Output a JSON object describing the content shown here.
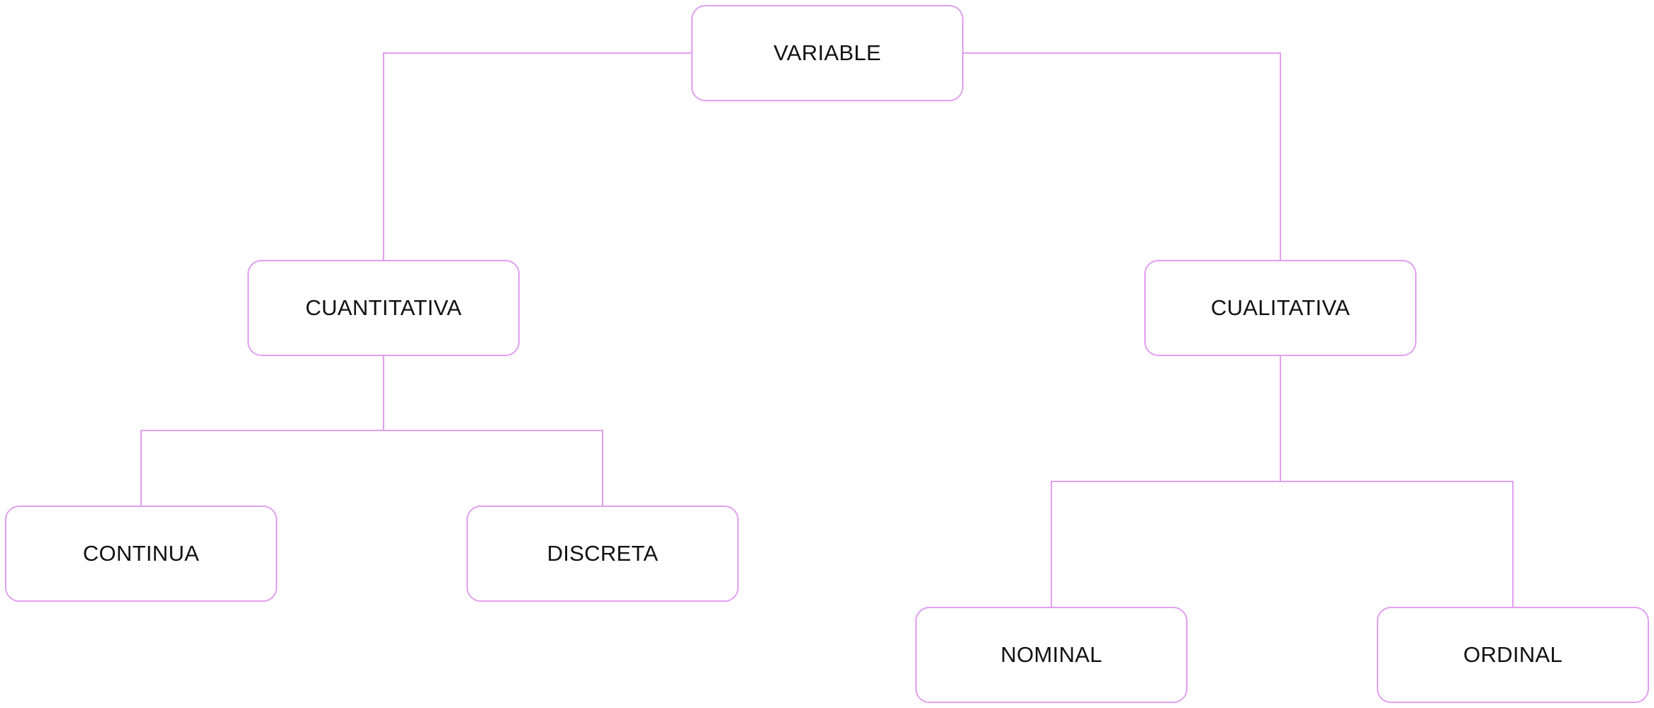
{
  "diagram": {
    "root": "VARIABLE",
    "branches": {
      "quantitative": "CUANTITATIVA",
      "qualitative": "CUALITATIVA"
    },
    "leaves": {
      "continuous": "CONTINUA",
      "discrete": "DISCRETA",
      "nominal": "NOMINAL",
      "ordinal": "ORDINAL"
    },
    "relations": [
      [
        "VARIABLE",
        "CUANTITATIVA"
      ],
      [
        "VARIABLE",
        "CUALITATIVA"
      ],
      [
        "CUANTITATIVA",
        "CONTINUA"
      ],
      [
        "CUANTITATIVA",
        "DISCRETA"
      ],
      [
        "CUALITATIVA",
        "NOMINAL"
      ],
      [
        "CUALITATIVA",
        "ORDINAL"
      ]
    ]
  },
  "colors": {
    "connector": "#e19ff0",
    "node_border": "#e19ff0",
    "text": "#111111",
    "background": "#ffffff"
  }
}
